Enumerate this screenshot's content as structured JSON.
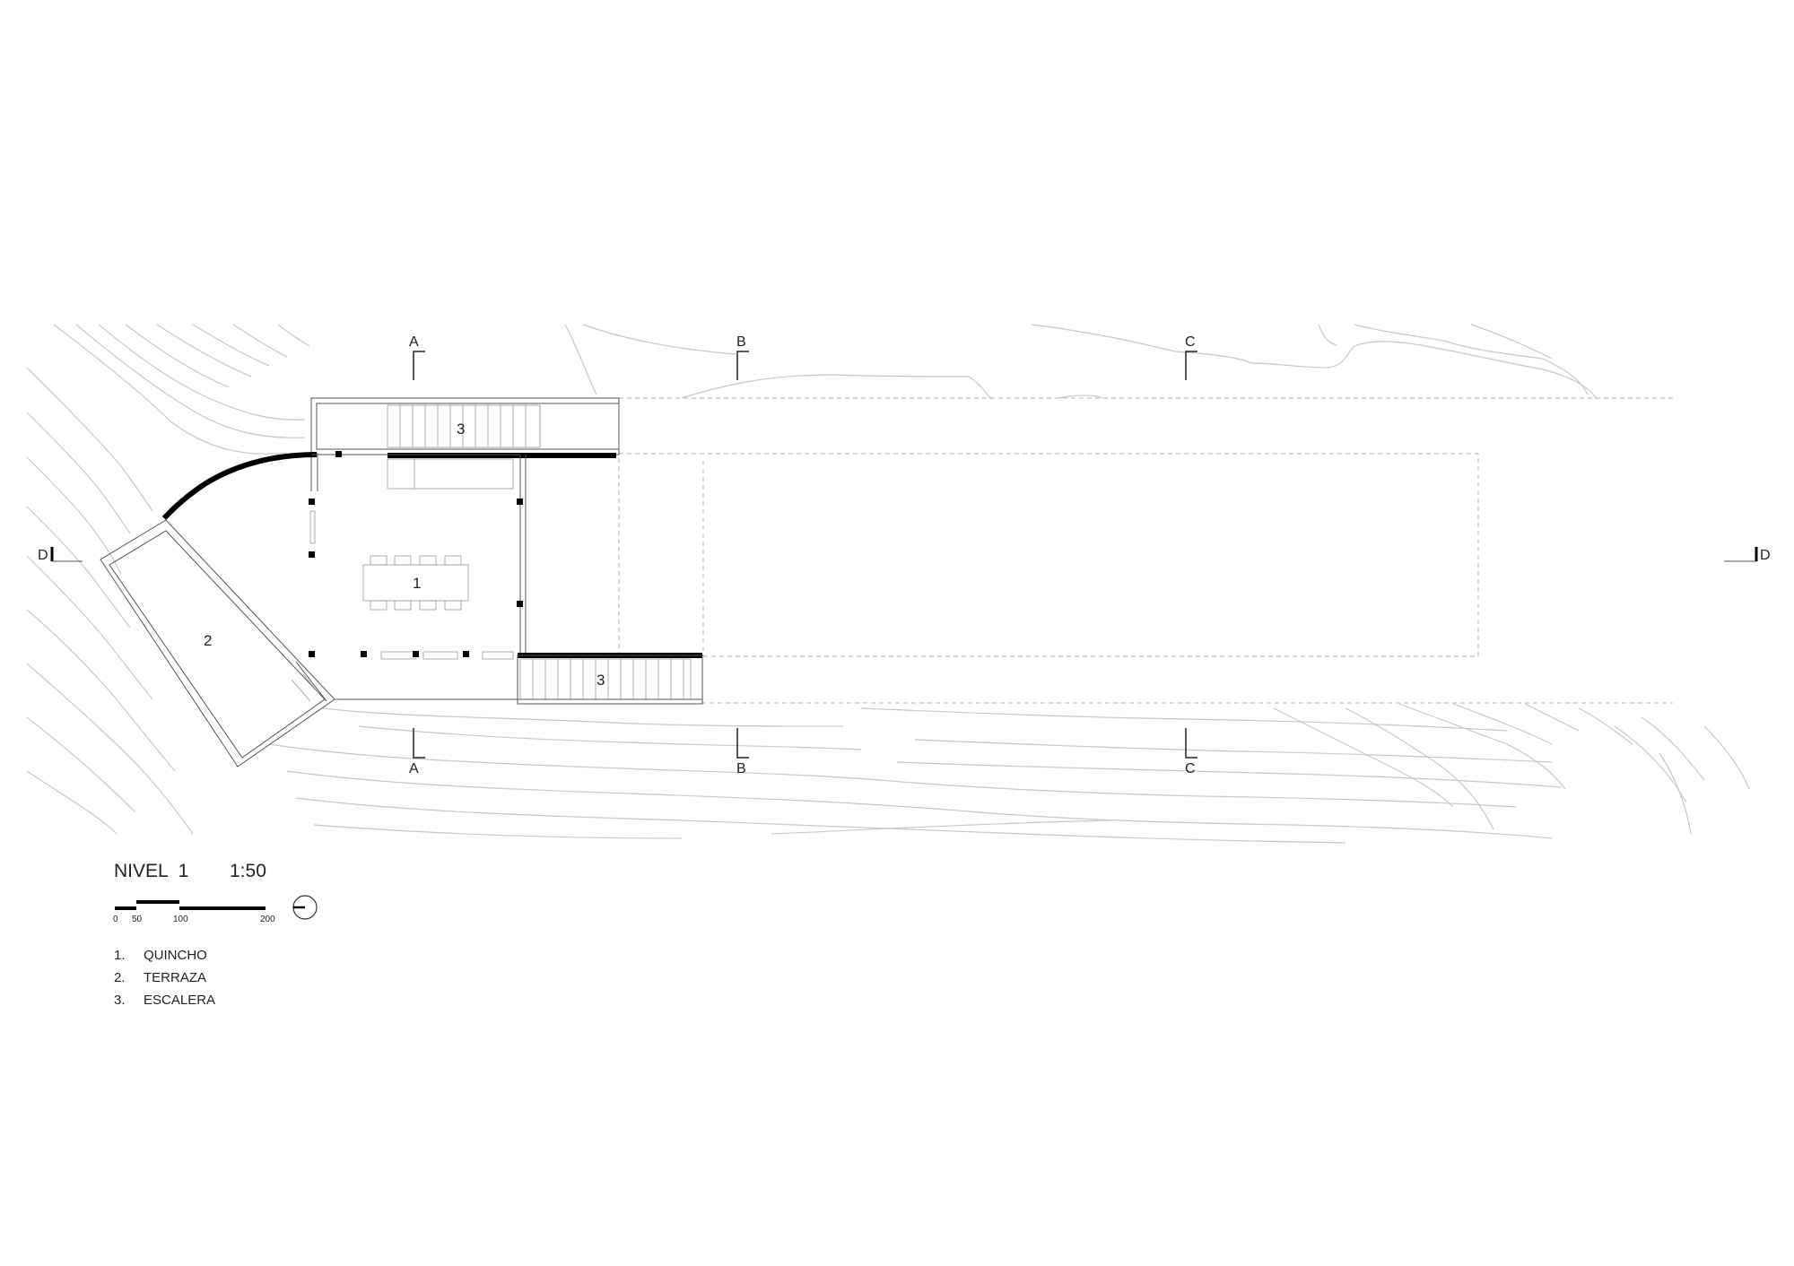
{
  "drawing": {
    "title": "NIVEL  1",
    "scale": "1:50",
    "scale_bar_ticks": [
      "0",
      "50",
      "100",
      "200"
    ],
    "section_marks": {
      "a": "A",
      "b": "B",
      "c": "C",
      "d": "D"
    },
    "rooms": {
      "quincho": "1",
      "terraza": "2",
      "escalera": "3"
    },
    "legend": [
      {
        "num": "1.",
        "label": "QUINCHO"
      },
      {
        "num": "2.",
        "label": "TERRAZA"
      },
      {
        "num": "3.",
        "label": "ESCALERA"
      }
    ]
  }
}
